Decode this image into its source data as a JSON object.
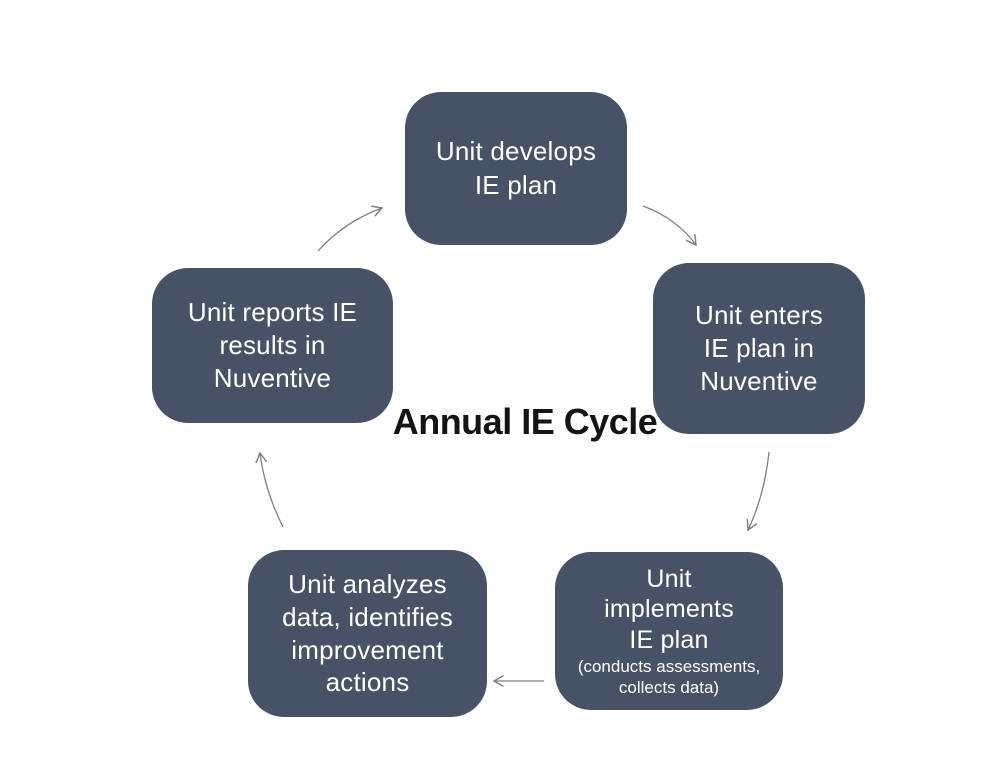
{
  "title": "Annual IE Cycle",
  "colors": {
    "box-fill": "#475266",
    "box-text": "#ffffff",
    "title-color": "#141414",
    "arrow-color": "#7f7f7f",
    "background": "#ffffff"
  },
  "steps": {
    "develop": {
      "label": "Unit develops\nIE plan"
    },
    "enter": {
      "label": "Unit enters\nIE plan in\nNuventive"
    },
    "implement": {
      "label": "Unit\nimplements\nIE plan",
      "sublabel": "(conducts assessments,\ncollects data)"
    },
    "analyze": {
      "label": "Unit analyzes\ndata, identifies\nimprovement\nactions"
    },
    "report": {
      "label": "Unit reports IE\nresults in\nNuventive"
    }
  },
  "arrows": {
    "develop_to_enter": "clockwise arrow from top box to right box",
    "enter_to_implement": "clockwise arrow from right box to bottom-right box",
    "implement_to_analyze": "clockwise arrow from bottom-right box to bottom-left box",
    "analyze_to_report": "clockwise arrow from bottom-left box to left box",
    "report_to_develop": "clockwise arrow from left box to top box"
  }
}
